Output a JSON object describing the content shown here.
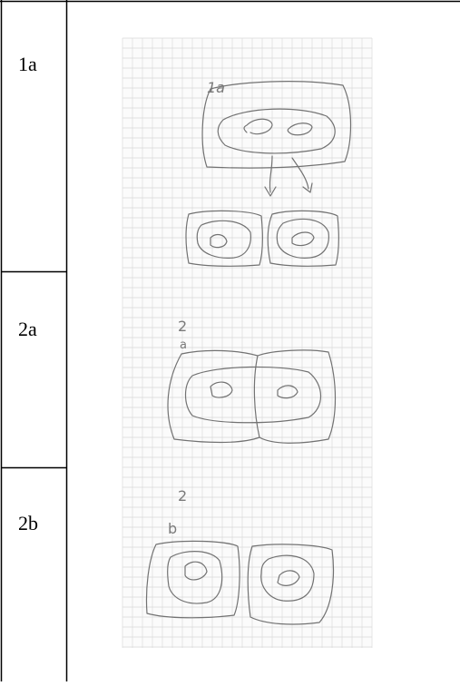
{
  "rows": [
    {
      "label": "1a",
      "sketch_label": "1a"
    },
    {
      "label": "2a",
      "sketch_label": "2\na"
    },
    {
      "label": "2b",
      "sketch_label": "2\nb"
    }
  ],
  "colors": {
    "border": "#000000",
    "grid": "#d9d9d9",
    "pencil": "#6f6f6f"
  }
}
